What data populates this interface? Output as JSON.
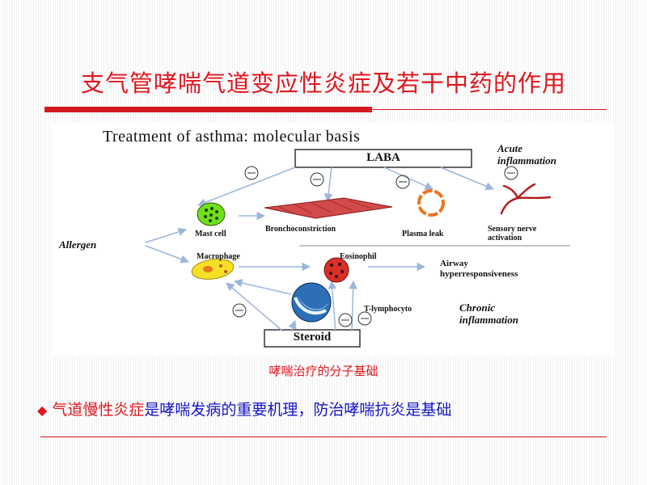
{
  "slide": {
    "title": "支气管哮喘气道变应性炎症及若干中药的作用",
    "caption": "哮喘治疗的分子基础",
    "bullet": {
      "highlight": "气道慢性炎症",
      "text": "是哮喘发病的重要机理，防治哮喘抗炎是基础"
    }
  },
  "figure": {
    "title": "Treatment of asthma: molecular basis",
    "laba": "LABA",
    "steroid": "Steroid",
    "allergen": "Allergen",
    "mast_cell": "Mast cell",
    "bronchoconstriction": "Bronchoconstriction",
    "plasma_leak": "Plasma leak",
    "sensory_1": "Sensory nerve",
    "sensory_2": "activation",
    "acute_1": "Acute",
    "acute_2": "inflammation",
    "macrophage": "Macrophage",
    "eosinophil": "Eosinophil",
    "airway_1": "Airway",
    "airway_2": "hyperresponsiveness",
    "t_lymphocyte": "T-lymphocyto",
    "chronic_1": "Chronic",
    "chronic_2": "inflammation",
    "minus": "⊖"
  },
  "colors": {
    "accent_red": "#e0181f",
    "text_blue": "#1414c8",
    "arrow_blue": "#9db5dc"
  }
}
